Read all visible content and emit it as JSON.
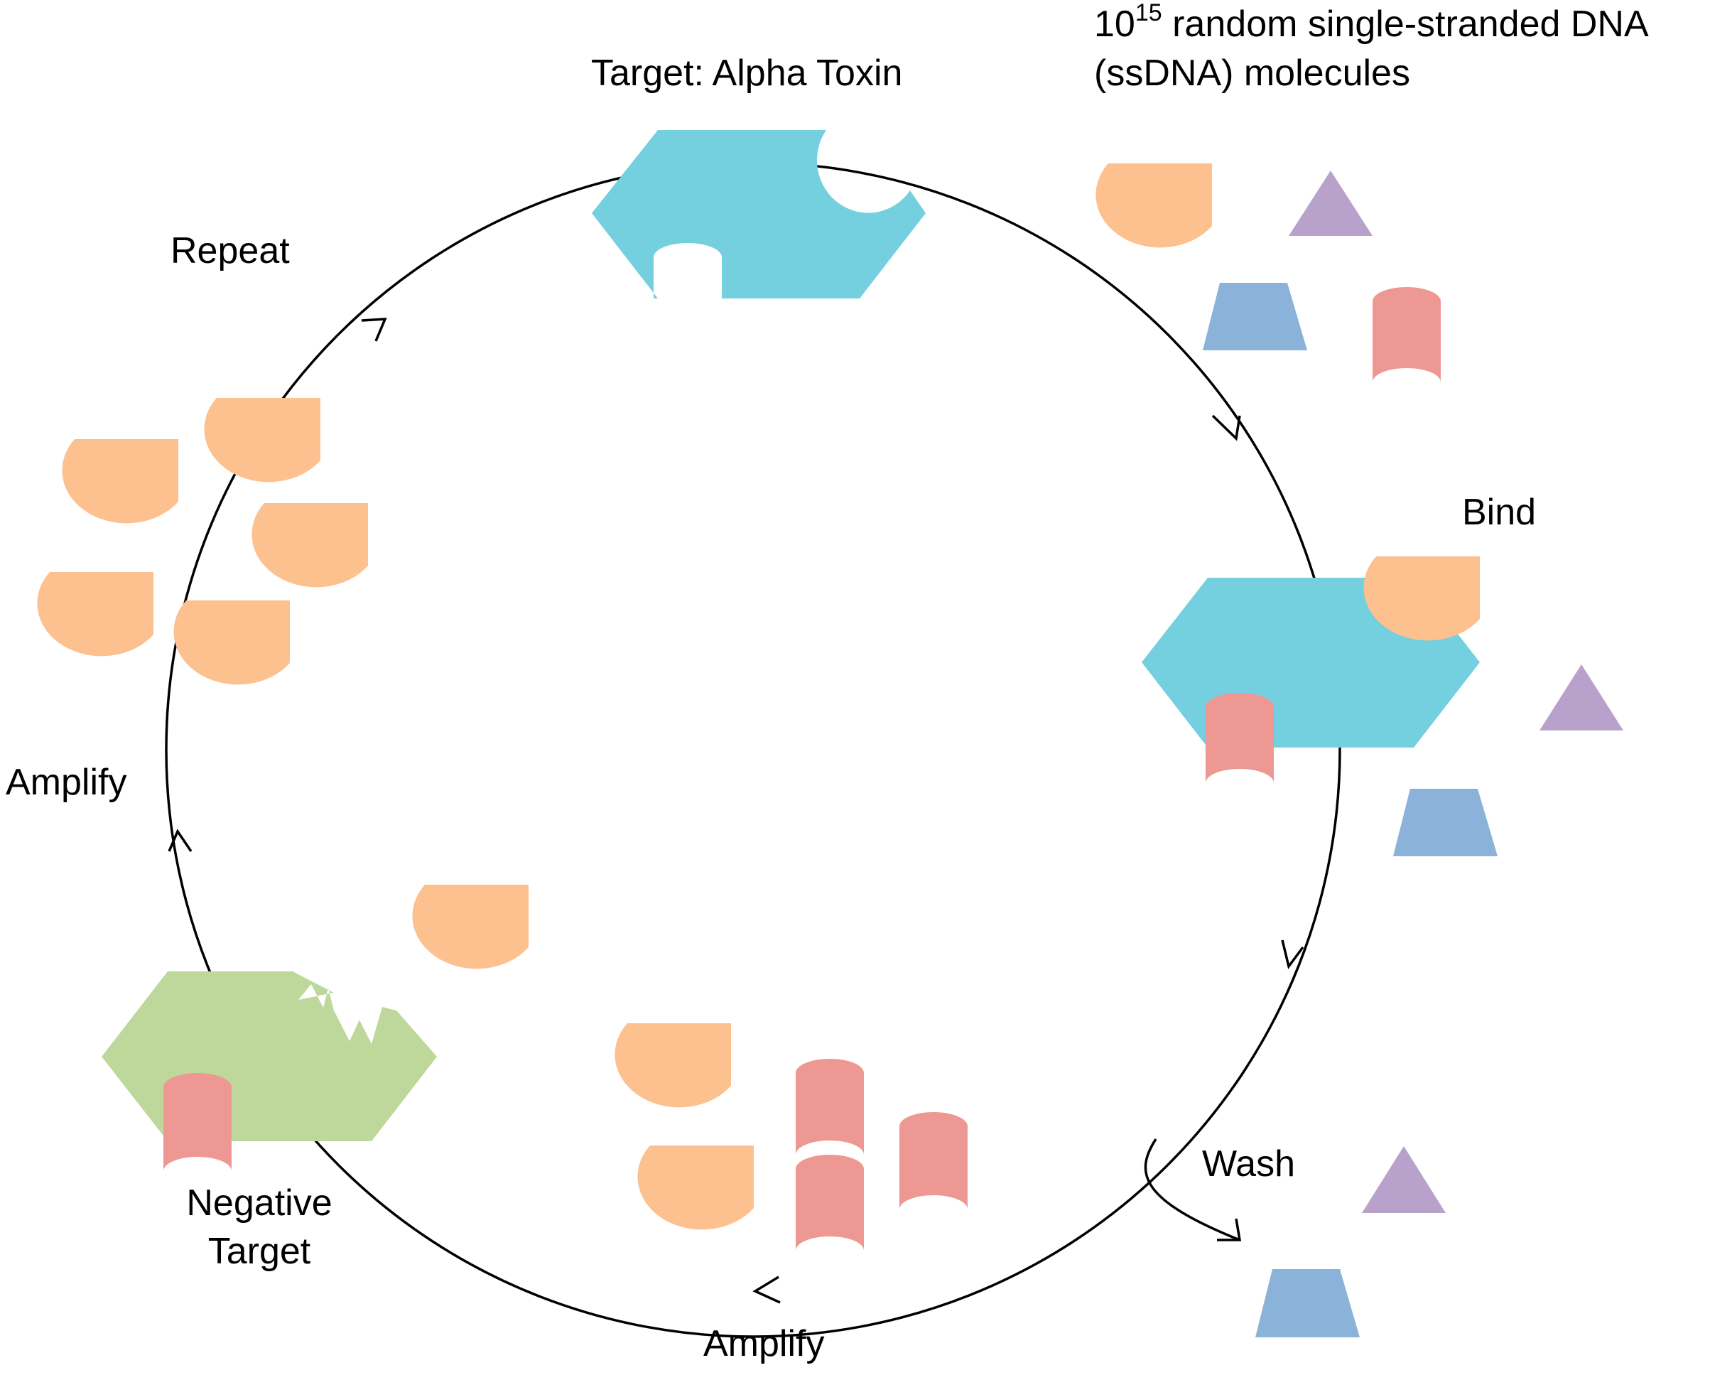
{
  "labels": {
    "pool_line1_base": "10",
    "pool_line1_exp": "15",
    "pool_line1_rest": " random single-stranded DNA",
    "pool_line2": "(ssDNA) molecules",
    "target": "Target: Alpha Toxin",
    "repeat": "Repeat",
    "bind": "Bind",
    "wash": "Wash",
    "amplify_left": "Amplify",
    "amplify_bottom": "Amplify",
    "negative_target_line1": "Negative",
    "negative_target_line2": "Target"
  },
  "colors": {
    "target": "#74cfdf",
    "negative_target": "#bdd89a",
    "droplet": "#fdc08f",
    "cylinder": "#ee9893",
    "trapezoid": "#8bb2d8",
    "triangle": "#b8a2cb",
    "line": "#000000"
  }
}
